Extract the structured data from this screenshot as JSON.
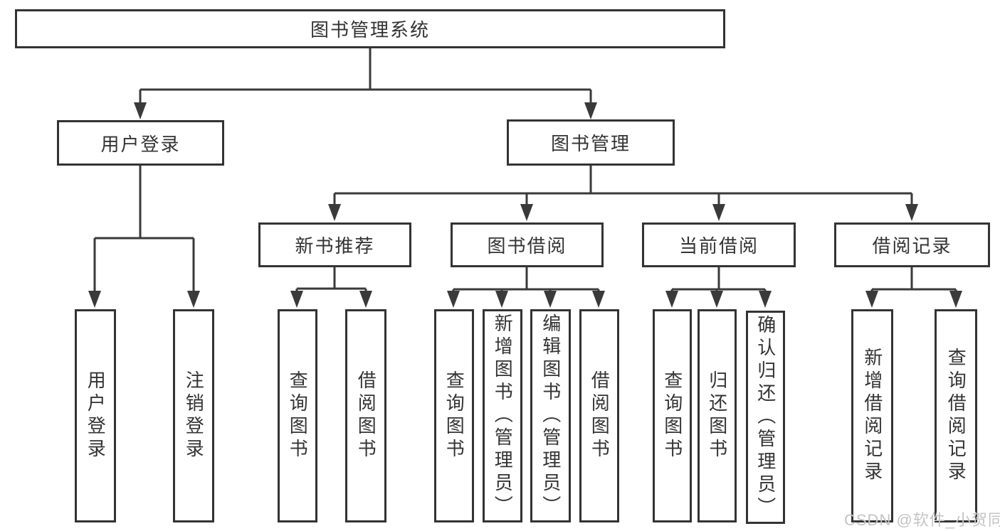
{
  "diagram": {
    "root": {
      "label": "图书管理系统"
    },
    "level2": [
      {
        "id": "user-login",
        "label": "用户登录",
        "children": [
          "用户登录",
          "注销登录"
        ]
      },
      {
        "id": "book-mgmt",
        "label": "图书管理"
      }
    ],
    "level3": [
      {
        "id": "new-book-rec",
        "label": "新书推荐",
        "children": [
          "查询图书",
          "借阅图书"
        ]
      },
      {
        "id": "book-borrow",
        "label": "图书借阅",
        "children": [
          "查询图书",
          "新增图书（管理员）",
          "编辑图书（管理员）",
          "借阅图书"
        ]
      },
      {
        "id": "current-borrow",
        "label": "当前借阅",
        "children": [
          "查询图书",
          "归还图书",
          "确认归还（管理员）"
        ]
      },
      {
        "id": "borrow-record",
        "label": "借阅记录",
        "children": [
          "新增借阅记录",
          "查询借阅记录"
        ]
      }
    ]
  },
  "watermark": {
    "text": "CSDN @软件_小贺同学"
  },
  "colors": {
    "line": "#3a3a3a",
    "border": "#333333",
    "text": "#333333",
    "watermark": "#c4c4c4",
    "background": "#ffffff"
  }
}
